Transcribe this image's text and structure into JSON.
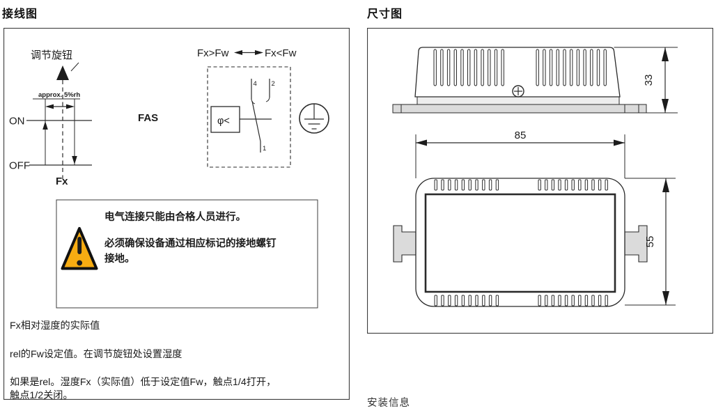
{
  "wiring": {
    "title": "接线图",
    "knob_label": "调节旋钮",
    "hysteresis": {
      "range_label": "approx. 5%rh",
      "on_label": "ON",
      "off_label": "OFF",
      "x_label": "Fx"
    },
    "device_label": "FAS",
    "switch": {
      "left_state": "Fx>Fw",
      "right_state": "Fx<Fw",
      "terminal_top_left": "4",
      "terminal_top_right": "2",
      "terminal_bottom": "1",
      "sensor_symbol": "φ<"
    },
    "warning": {
      "lines": [
        "电气连接只能由合格人员进行。",
        "必须确保设备通过相应标记的接地螺钉",
        "接地。"
      ]
    },
    "notes": [
      "Fx相对湿度的实际值",
      "rel的Fw设定值。在调节旋钮处设置湿度",
      "如果是rel。湿度Fx（实际值）低于设定值Fw，触点1/4打开，",
      "触点1/2关闭。"
    ]
  },
  "dimensions": {
    "title": "尺寸图",
    "side_height": "33",
    "front_width": "85",
    "front_height": "55",
    "footer": "安装信息"
  },
  "colors": {
    "warning_triangle": "#F7AC12",
    "part_fill": "#DBDBDB",
    "rim_fill": "#EDEDED",
    "line": "#2a2a2a"
  }
}
